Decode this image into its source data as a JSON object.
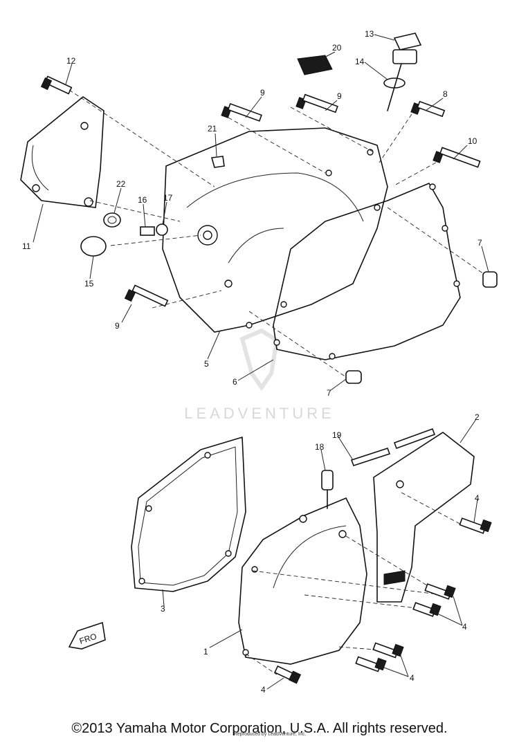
{
  "watermark": {
    "text": "LEADVENTURE"
  },
  "callouts": {
    "c1": "1",
    "c2": "2",
    "c3": "3",
    "c4a": "4",
    "c4b": "4",
    "c4c": "4",
    "c4d": "4",
    "c5": "5",
    "c6": "6",
    "c7a": "7",
    "c7b": "7",
    "c8": "8",
    "c9a": "9",
    "c9b": "9",
    "c9c": "9",
    "c10": "10",
    "c11": "11",
    "c12": "12",
    "c13": "13",
    "c14": "14",
    "c15": "15",
    "c16": "16",
    "c17": "17",
    "c18": "18",
    "c19": "19",
    "c20": "20",
    "c21": "21",
    "c22": "22"
  },
  "front_marker": "FRO",
  "footer": {
    "copyright": "©2013 Yamaha Motor Corporation, U.S.A. All rights reserved.",
    "reproduced": "Reproduced by LeadVenture, Inc."
  }
}
